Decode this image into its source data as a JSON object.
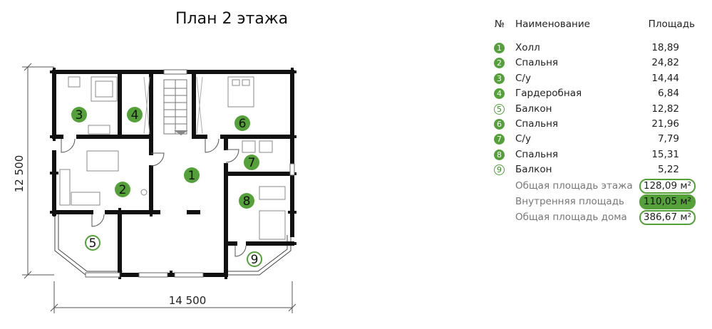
{
  "title": "План 2 этажа",
  "dimensions": {
    "height": "12 500",
    "width": "14 500"
  },
  "legend": {
    "headers": {
      "number": "№",
      "name": "Наименование",
      "area": "Площадь"
    },
    "rooms": [
      {
        "num": "1",
        "name": "Холл",
        "area": "18,89",
        "style": "filled"
      },
      {
        "num": "2",
        "name": "Спальня",
        "area": "24,82",
        "style": "filled"
      },
      {
        "num": "3",
        "name": "С/у",
        "area": "14,44",
        "style": "filled"
      },
      {
        "num": "4",
        "name": "Гардеробная",
        "area": "6,84",
        "style": "filled"
      },
      {
        "num": "5",
        "name": "Балкон",
        "area": "12,82",
        "style": "outline"
      },
      {
        "num": "6",
        "name": "Спальня",
        "area": "21,96",
        "style": "filled"
      },
      {
        "num": "7",
        "name": "С/у",
        "area": "7,79",
        "style": "filled"
      },
      {
        "num": "8",
        "name": "Спальня",
        "area": "15,31",
        "style": "filled"
      },
      {
        "num": "9",
        "name": "Балкон",
        "area": "5,22",
        "style": "outline"
      }
    ],
    "totals": [
      {
        "label": "Общая площадь этажа",
        "value": "128,09 м²",
        "style": "outline"
      },
      {
        "label": "Внутренняя площадь",
        "value": "110,05 м²",
        "style": "filled"
      },
      {
        "label": "Общая площадь дома",
        "value": "386,67 м²",
        "style": "outline"
      }
    ]
  },
  "colors": {
    "accent": "#54a13a",
    "wall": "#111111"
  }
}
